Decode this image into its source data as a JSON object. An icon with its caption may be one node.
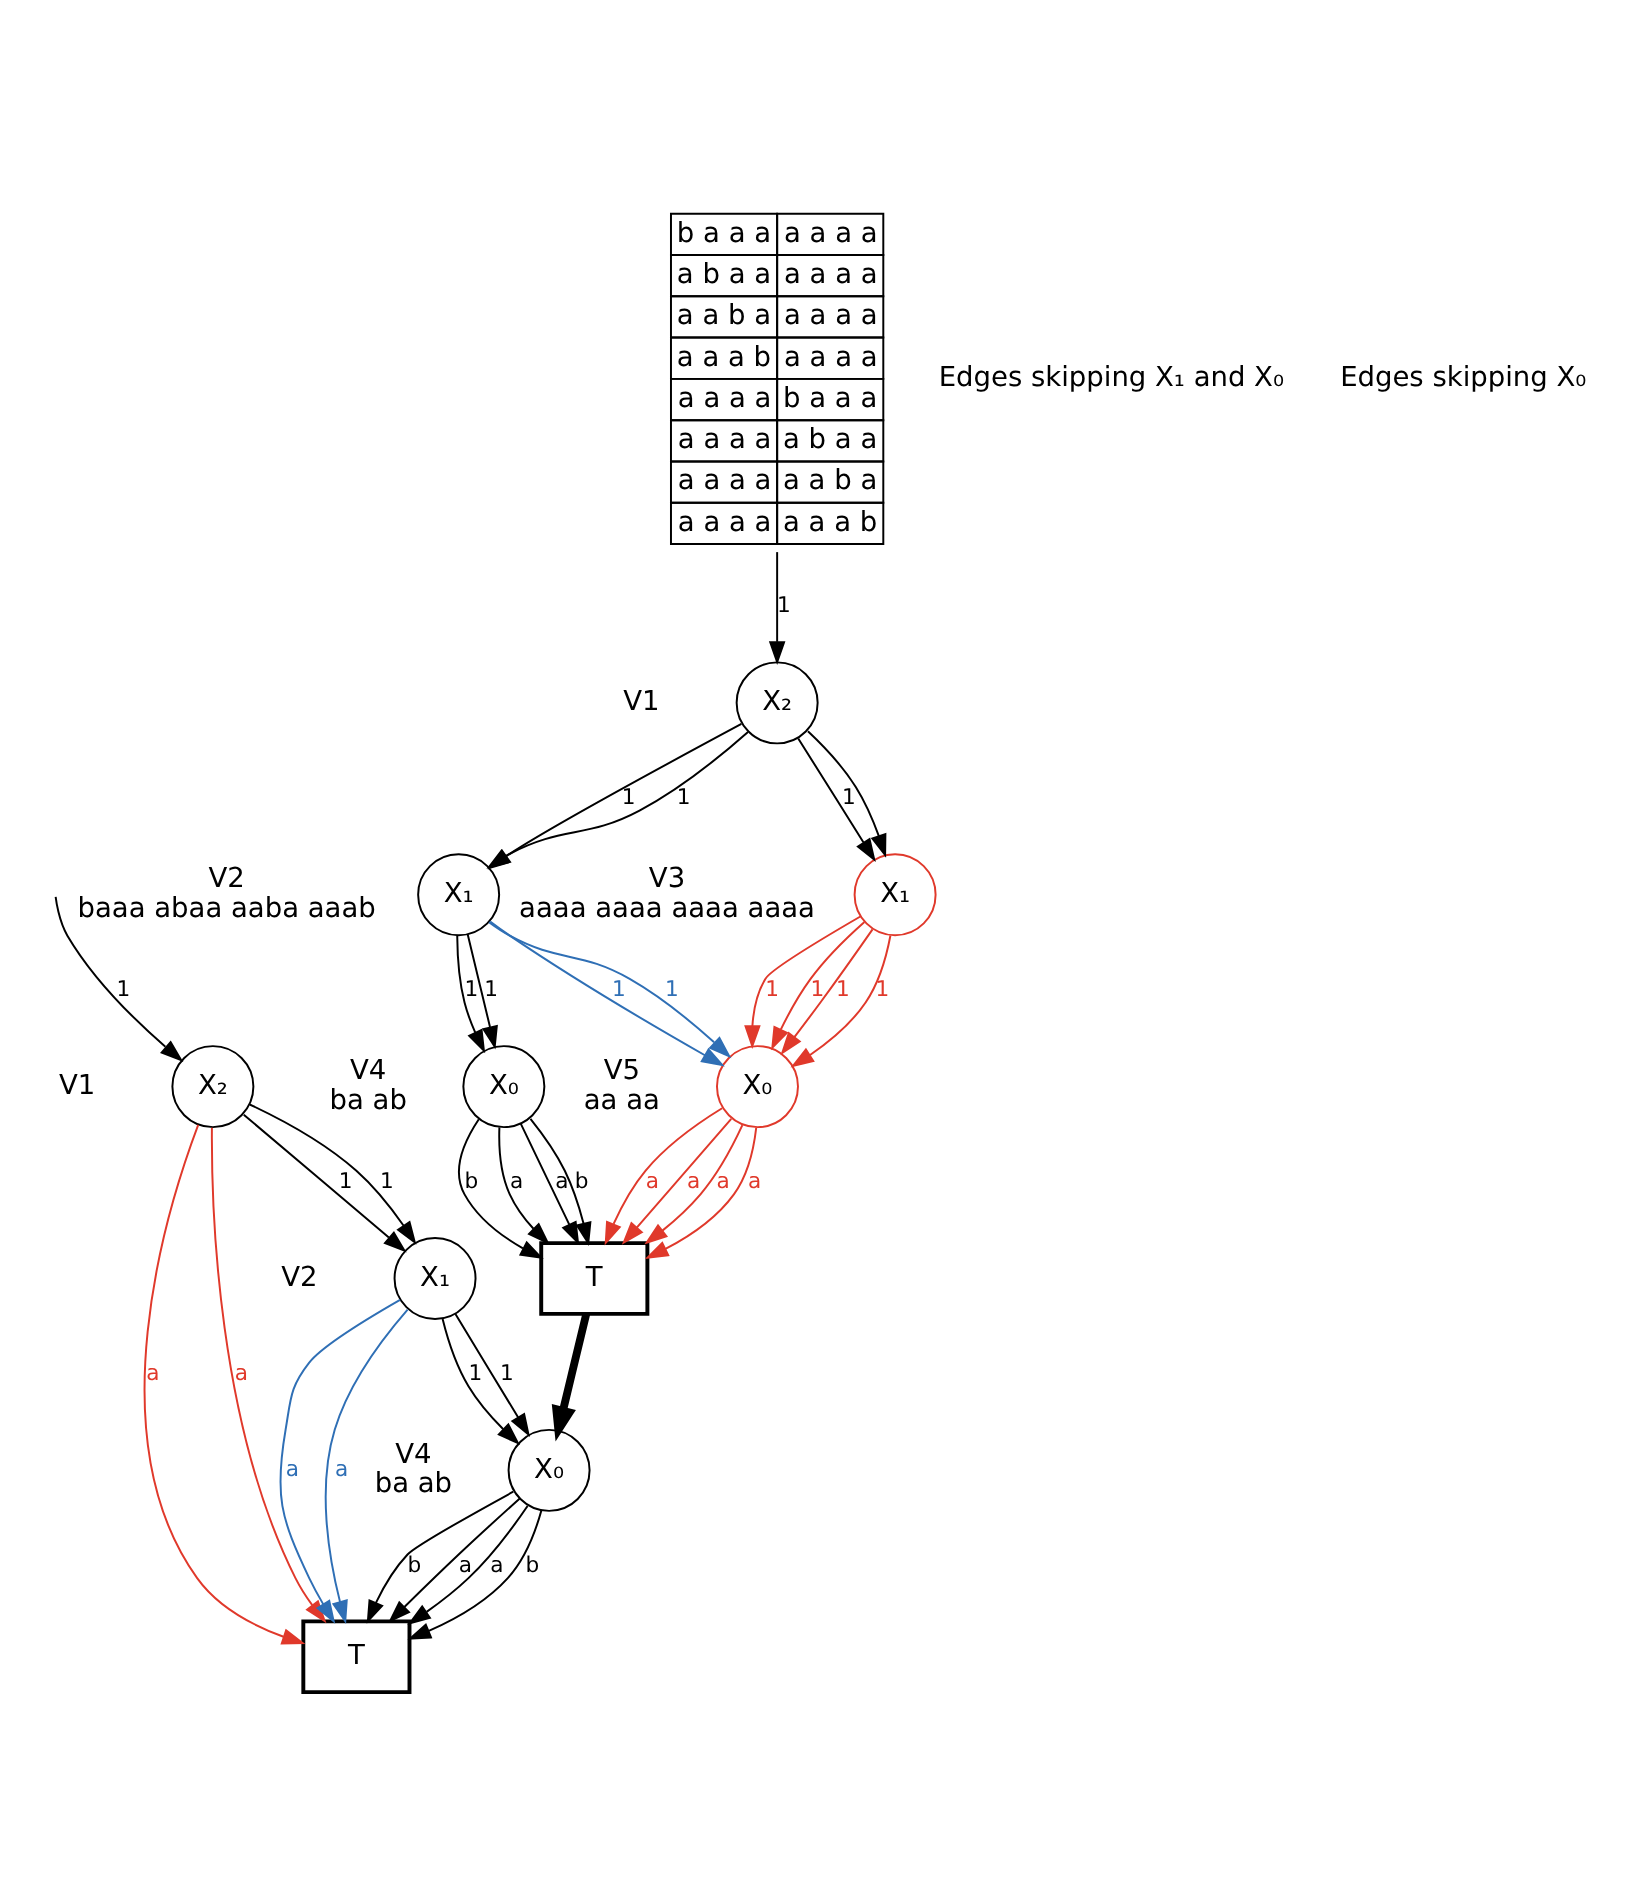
{
  "diagram": {
    "nodes": [
      {
        "text": [
          "X₂"
        ],
        "beside": [
          "V1"
        ]
      },
      {
        "text": [
          "X₁"
        ],
        "beside": [
          "V2",
          "baaa abaa aaba aaab"
        ]
      },
      {
        "text": [
          "X₁"
        ],
        "beside": [
          "V3",
          "aaaa aaaa aaaa aaaa"
        ]
      },
      {
        "text": [
          "X₀"
        ],
        "beside": [
          "V4",
          "ba ab"
        ]
      },
      {
        "text": [
          "X₀"
        ],
        "beside": [
          "V5",
          "aa aa"
        ]
      },
      {
        "text": [
          "T"
        ]
      },
      {
        "text": [
          "b a a a",
          "a a a a",
          "a b a a",
          "a a a a",
          "a a b a",
          "a a a a",
          "a a a b",
          "a a a a",
          "a a a a",
          "b a a a",
          "a a a a",
          "a b a a",
          "a a a a",
          "a a b a",
          "a a a a",
          "a a a b"
        ]
      },
      {
        "text": [
          "X₂"
        ],
        "beside": [
          "V1"
        ]
      },
      {
        "text": [
          "X₁"
        ],
        "beside": [
          "V2"
        ]
      },
      {
        "text": [
          "X₀"
        ],
        "beside": [
          "V4",
          "ba ab"
        ]
      },
      {
        "text": [
          "T"
        ]
      }
    ],
    "edges": [
      {
        "from": 6,
        "to": 0,
        "arrow": "to",
        "label": "1"
      },
      {
        "from": 0,
        "to": 1,
        "arrow": "to",
        "label": "1"
      },
      {
        "from": 0,
        "to": 2,
        "arrow": "to",
        "label": "1"
      },
      {
        "from": 0,
        "to": 2,
        "arrow": "to"
      },
      {
        "from": 0,
        "to": 1,
        "arrow": "to",
        "label": "1"
      },
      {
        "from": 1,
        "to": 3,
        "arrow": "to",
        "label": "1"
      },
      {
        "from": 1,
        "to": 4,
        "arrow": "to",
        "label": "1",
        "color": "#2f6fb5"
      },
      {
        "from": 1,
        "to": 4,
        "arrow": "to",
        "label": "1",
        "color": "#2f6fb5"
      },
      {
        "from": 1,
        "to": 3,
        "arrow": "to",
        "label": "1"
      },
      {
        "from": 2,
        "to": 4,
        "arrow": "to",
        "label": "1",
        "color": "#e0392b"
      },
      {
        "from": 2,
        "to": 4,
        "arrow": "to",
        "label": "1",
        "color": "#e0392b"
      },
      {
        "from": 2,
        "to": 4,
        "arrow": "to",
        "label": "1",
        "color": "#e0392b"
      },
      {
        "from": 2,
        "to": 4,
        "arrow": "to",
        "label": "1",
        "color": "#e0392b"
      },
      {
        "from": 3,
        "to": 5,
        "arrow": "to",
        "label": "b"
      },
      {
        "from": 3,
        "to": 5,
        "arrow": "to",
        "label": "a"
      },
      {
        "from": 3,
        "to": 5,
        "arrow": "to",
        "label": "a"
      },
      {
        "from": 3,
        "to": 5,
        "arrow": "to",
        "label": "b"
      },
      {
        "from": 4,
        "to": 5,
        "arrow": "to",
        "label": "a",
        "color": "#e0392b"
      },
      {
        "from": 4,
        "to": 5,
        "arrow": "to",
        "label": "a",
        "color": "#e0392b"
      },
      {
        "from": 4,
        "to": 5,
        "arrow": "to",
        "label": "a",
        "color": "#e0392b"
      },
      {
        "from": 4,
        "to": 5,
        "arrow": "to",
        "label": "a",
        "color": "#e0392b"
      },
      {
        "from": 5,
        "to": 9,
        "arrow": "to",
        "style": "thick"
      },
      {
        "from": null,
        "to": 7,
        "arrow": "to",
        "label": "1"
      },
      {
        "from": 7,
        "to": 8,
        "arrow": "to",
        "label": "1"
      },
      {
        "from": 7,
        "to": 8,
        "arrow": "to",
        "label": "1"
      },
      {
        "from": 7,
        "to": 10,
        "arrow": "to",
        "label": "a",
        "color": "#e0392b"
      },
      {
        "from": 7,
        "to": 10,
        "arrow": "to",
        "label": "a",
        "color": "#e0392b"
      },
      {
        "from": 8,
        "to": 9,
        "arrow": "to",
        "label": "1"
      },
      {
        "from": 8,
        "to": 10,
        "arrow": "to",
        "label": "a",
        "color": "#2f6fb5"
      },
      {
        "from": 8,
        "to": 10,
        "arrow": "to",
        "label": "a",
        "color": "#2f6fb5"
      },
      {
        "from": 8,
        "to": 9,
        "arrow": "to",
        "label": "1"
      },
      {
        "from": 9,
        "to": 10,
        "arrow": "to",
        "label": "b"
      },
      {
        "from": 9,
        "to": 10,
        "arrow": "to",
        "label": "a"
      },
      {
        "from": 9,
        "to": 10,
        "arrow": "to",
        "label": "a"
      },
      {
        "from": 9,
        "to": 10,
        "arrow": "to",
        "label": "b"
      }
    ],
    "labels": [
      "Edges skipping X₁ and X₀",
      "Edges skipping X₀"
    ]
  }
}
